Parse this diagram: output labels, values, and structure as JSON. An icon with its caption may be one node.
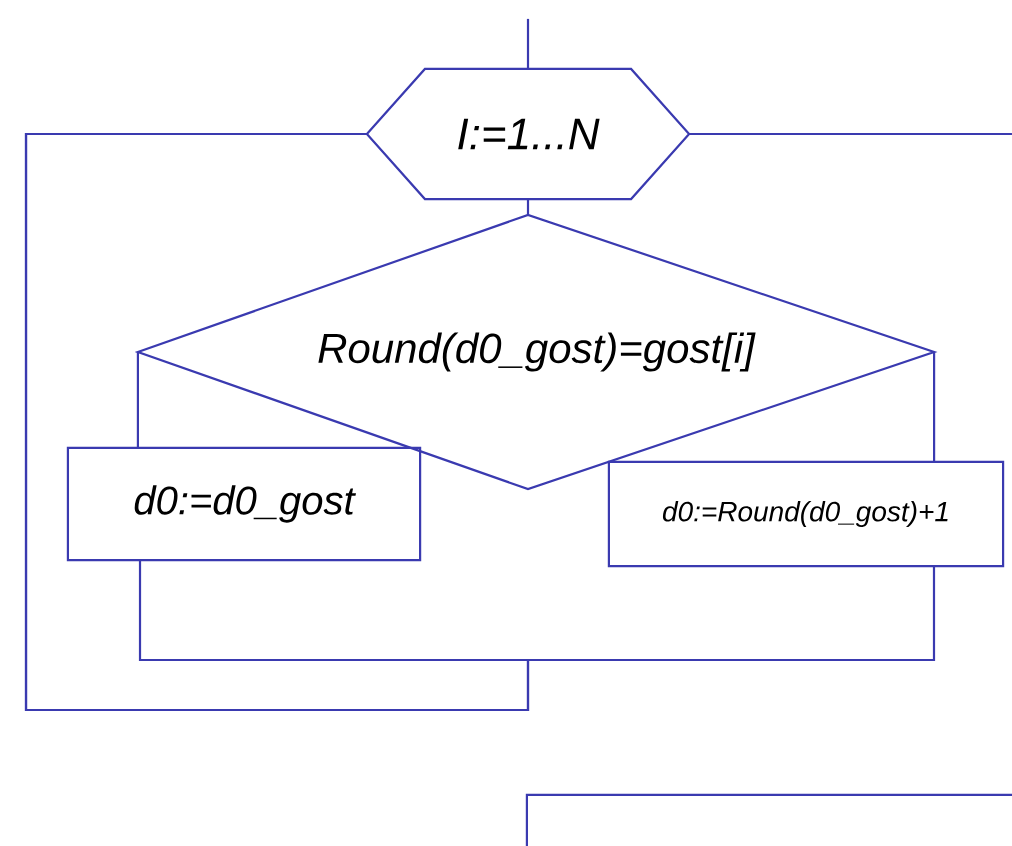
{
  "diagram": {
    "nodes": [
      {
        "text": [
          "I:=1...N"
        ]
      },
      {
        "text": [
          "Round(d0_gost)=gost[i]"
        ]
      },
      {
        "text": [
          "d0:=d0_gost"
        ]
      },
      {
        "text": [
          "d0:=Round(d0_gost)+1"
        ]
      },
      {
        "text": [],
        "shape": "box"
      }
    ],
    "edges": [
      {
        "from": null,
        "to": 0,
        "arrow": "none"
      },
      {
        "from": 0,
        "to": 1,
        "arrow": "none"
      },
      {
        "from": 1,
        "to": 2,
        "arrow": "none"
      },
      {
        "from": 1,
        "to": 3,
        "arrow": "none"
      },
      {
        "from": 2,
        "to": 0,
        "arrow": "none"
      },
      {
        "from": 3,
        "to": 0,
        "arrow": "none"
      },
      {
        "from": 0,
        "to": null,
        "arrow": "none"
      }
    ]
  }
}
